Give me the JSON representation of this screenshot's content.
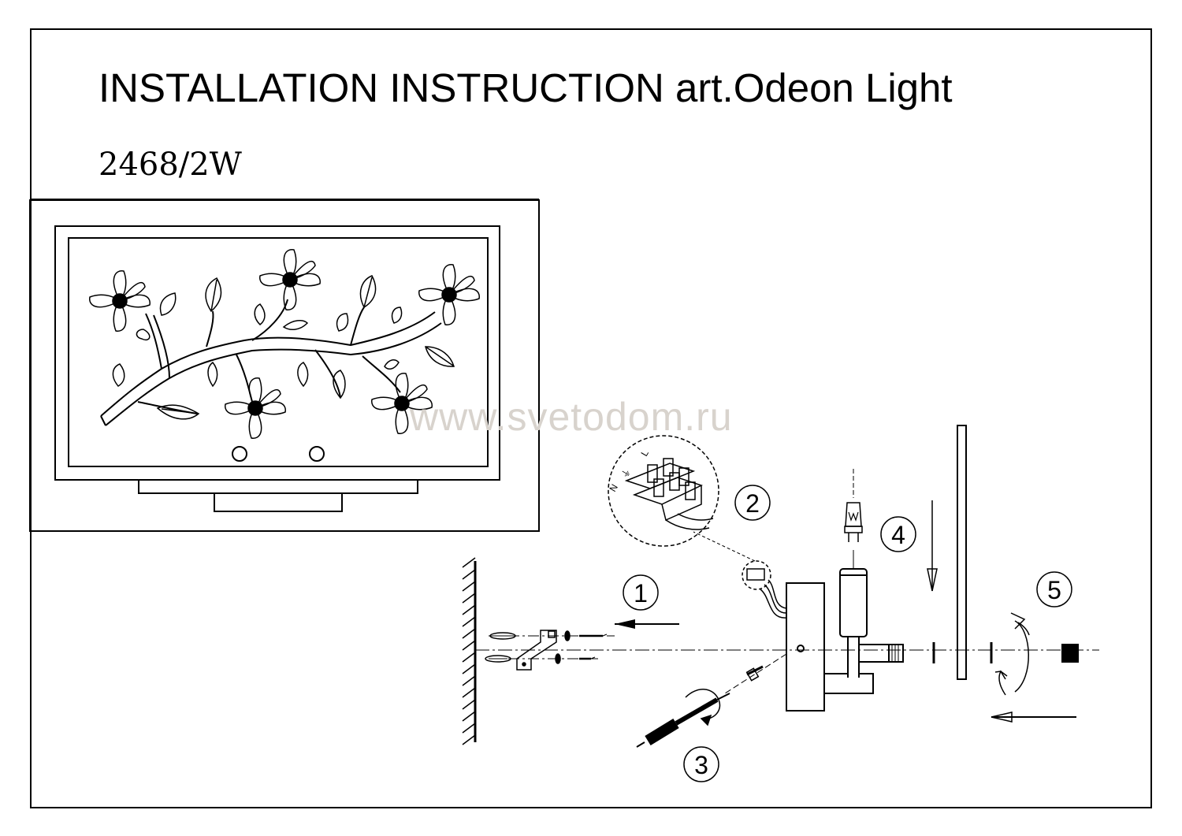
{
  "header": {
    "title": "INSTALLATION INSTRUCTION art.Odeon Light",
    "model": "2468/2W"
  },
  "watermark": "www.svetodom.ru",
  "steps": [
    {
      "number": "1"
    },
    {
      "number": "2"
    },
    {
      "number": "3"
    },
    {
      "number": "4"
    },
    {
      "number": "5"
    }
  ],
  "terminal_labels": {
    "neutral": "N",
    "earth": "⏚",
    "live": "L"
  },
  "colors": {
    "line": "#000000",
    "watermark": "#d8d3cd"
  }
}
